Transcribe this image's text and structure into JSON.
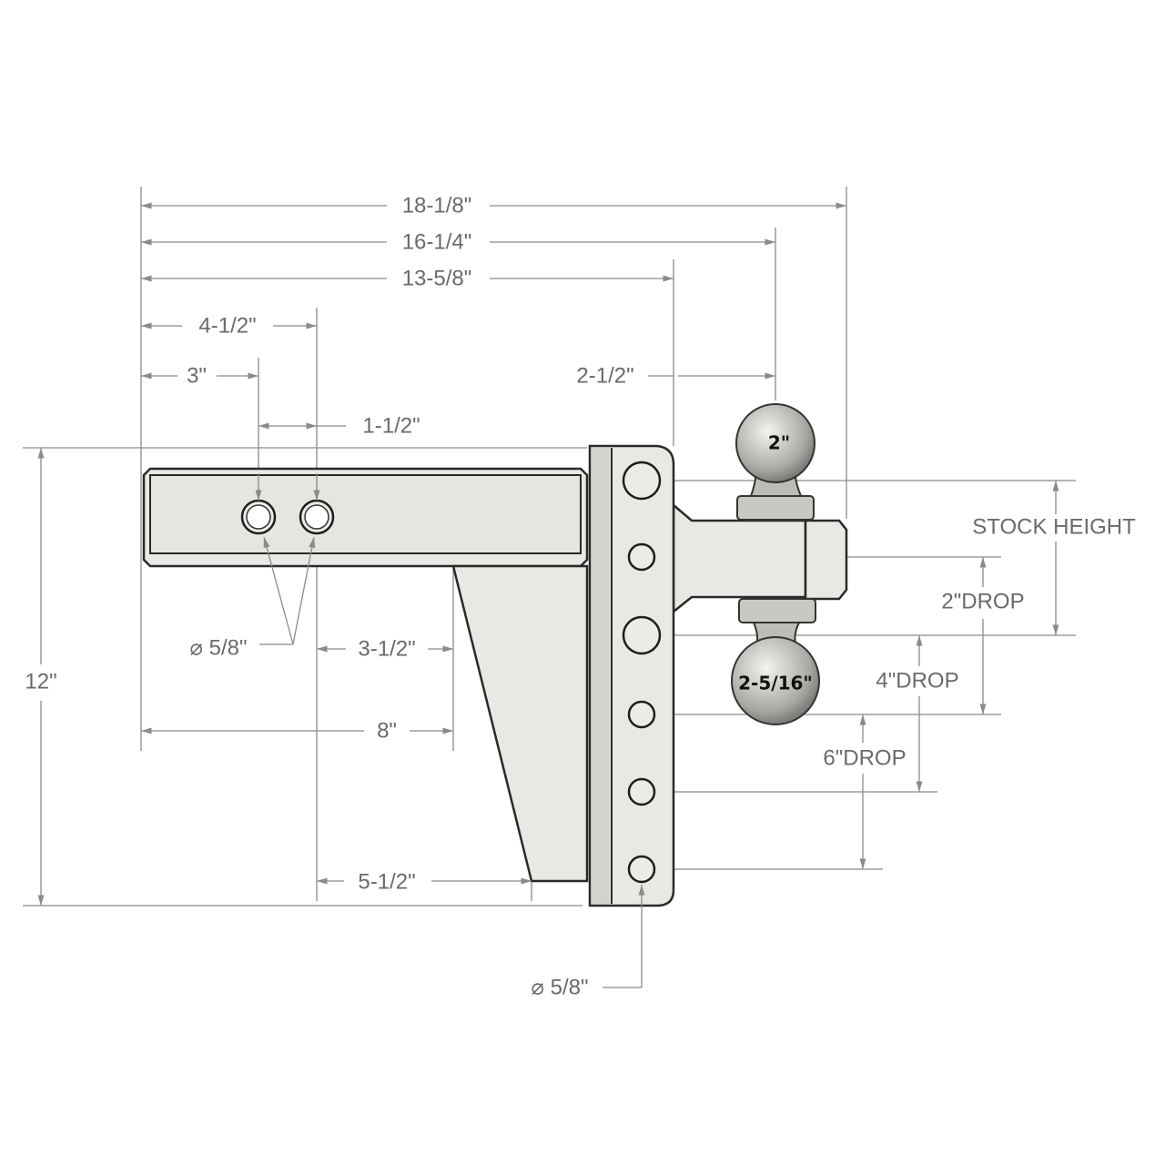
{
  "dimensions": {
    "overall_length": "18-1/8\"",
    "length_to_ball": "16-1/4\"",
    "length_to_plate": "13-5/8\"",
    "second_hole": "4-1/2\"",
    "first_hole": "3\"",
    "ball_offset": "2-1/2\"",
    "hole_spacing": "1-1/2\"",
    "shank_hole_dia": "⌀ 5/8\"",
    "hole_to_gusset": "3-1/2\"",
    "shank_to_gusset": "8\"",
    "hole_to_gusset_bottom": "5-1/2\"",
    "overall_height": "12\"",
    "plate_hole_dia": "⌀ 5/8\"",
    "stock_height": "STOCK HEIGHT",
    "drop_2": "2\"DROP",
    "drop_4": "4\"DROP",
    "drop_6": "6\"DROP"
  },
  "balls": {
    "top": "2\"",
    "bottom": "2-5/16\""
  }
}
